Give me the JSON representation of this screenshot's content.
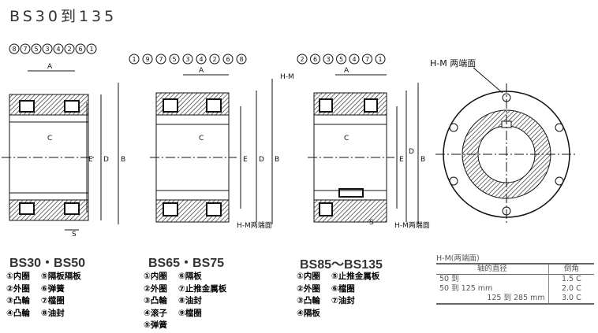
{
  "title": "BS30到135",
  "dims": {
    "A": "A",
    "B": "B",
    "C": "C",
    "D": "D",
    "E": "E",
    "S": "S",
    "HM": "H-M",
    "HM_faces": "H-M两端面",
    "HM_faces_spaced": "H-M 两端面"
  },
  "callouts": {
    "bs30": [
      "8",
      "7",
      "5",
      "3",
      "4",
      "2",
      "6",
      "1"
    ],
    "bs65": [
      "1",
      "9",
      "7",
      "5",
      "3",
      "4",
      "2",
      "6",
      "8"
    ],
    "bs85": [
      "2",
      "6",
      "3",
      "5",
      "4",
      "7",
      "1"
    ]
  },
  "series": [
    {
      "name": "BS30・BS50",
      "parts": [
        "①内圈",
        "⑤隔板隔板",
        "②外圈",
        "⑥弹簧",
        "③凸輪",
        "⑦檔圈",
        "④凸輪",
        "⑧油封"
      ]
    },
    {
      "name": "BS65・BS75",
      "parts": [
        "①内圈",
        "⑥隔板",
        "②外圈",
        "⑦止推金属板",
        "③凸輪",
        "⑧油封",
        "④滚子",
        "⑨檔圈",
        "⑤弹簧",
        ""
      ]
    },
    {
      "name": "BS85～BS135",
      "parts": [
        "①内圈",
        "⑤止推金属板",
        "②外圈",
        "⑥檔圈",
        "③凸輪",
        "⑦油封",
        "④隔板",
        ""
      ]
    }
  ],
  "chamfer_table": {
    "caption": "H-M(两端面)",
    "headers": [
      "轴的直径",
      "倒角"
    ],
    "rows": [
      [
        "50 到",
        "1.5 C"
      ],
      [
        "50 到 125 mm",
        "2.0 C"
      ],
      [
        "125 到 285 mm",
        "3.0 C"
      ]
    ]
  }
}
